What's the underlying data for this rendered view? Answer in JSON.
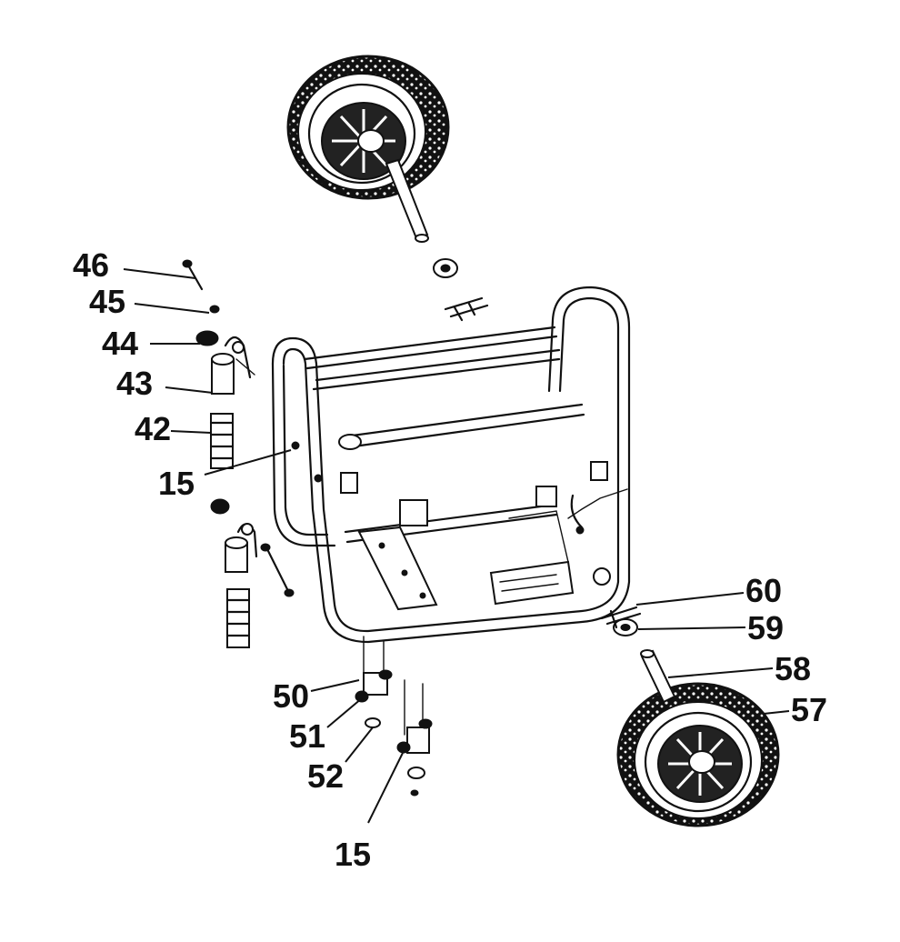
{
  "diagram": {
    "callouts": {
      "c46": "46",
      "c45": "45",
      "c44": "44",
      "c43": "43",
      "c42": "42",
      "c15a": "15",
      "c60": "60",
      "c59": "59",
      "c58": "58",
      "c57": "57",
      "c50": "50",
      "c51": "51",
      "c52": "52",
      "c15b": "15"
    }
  }
}
